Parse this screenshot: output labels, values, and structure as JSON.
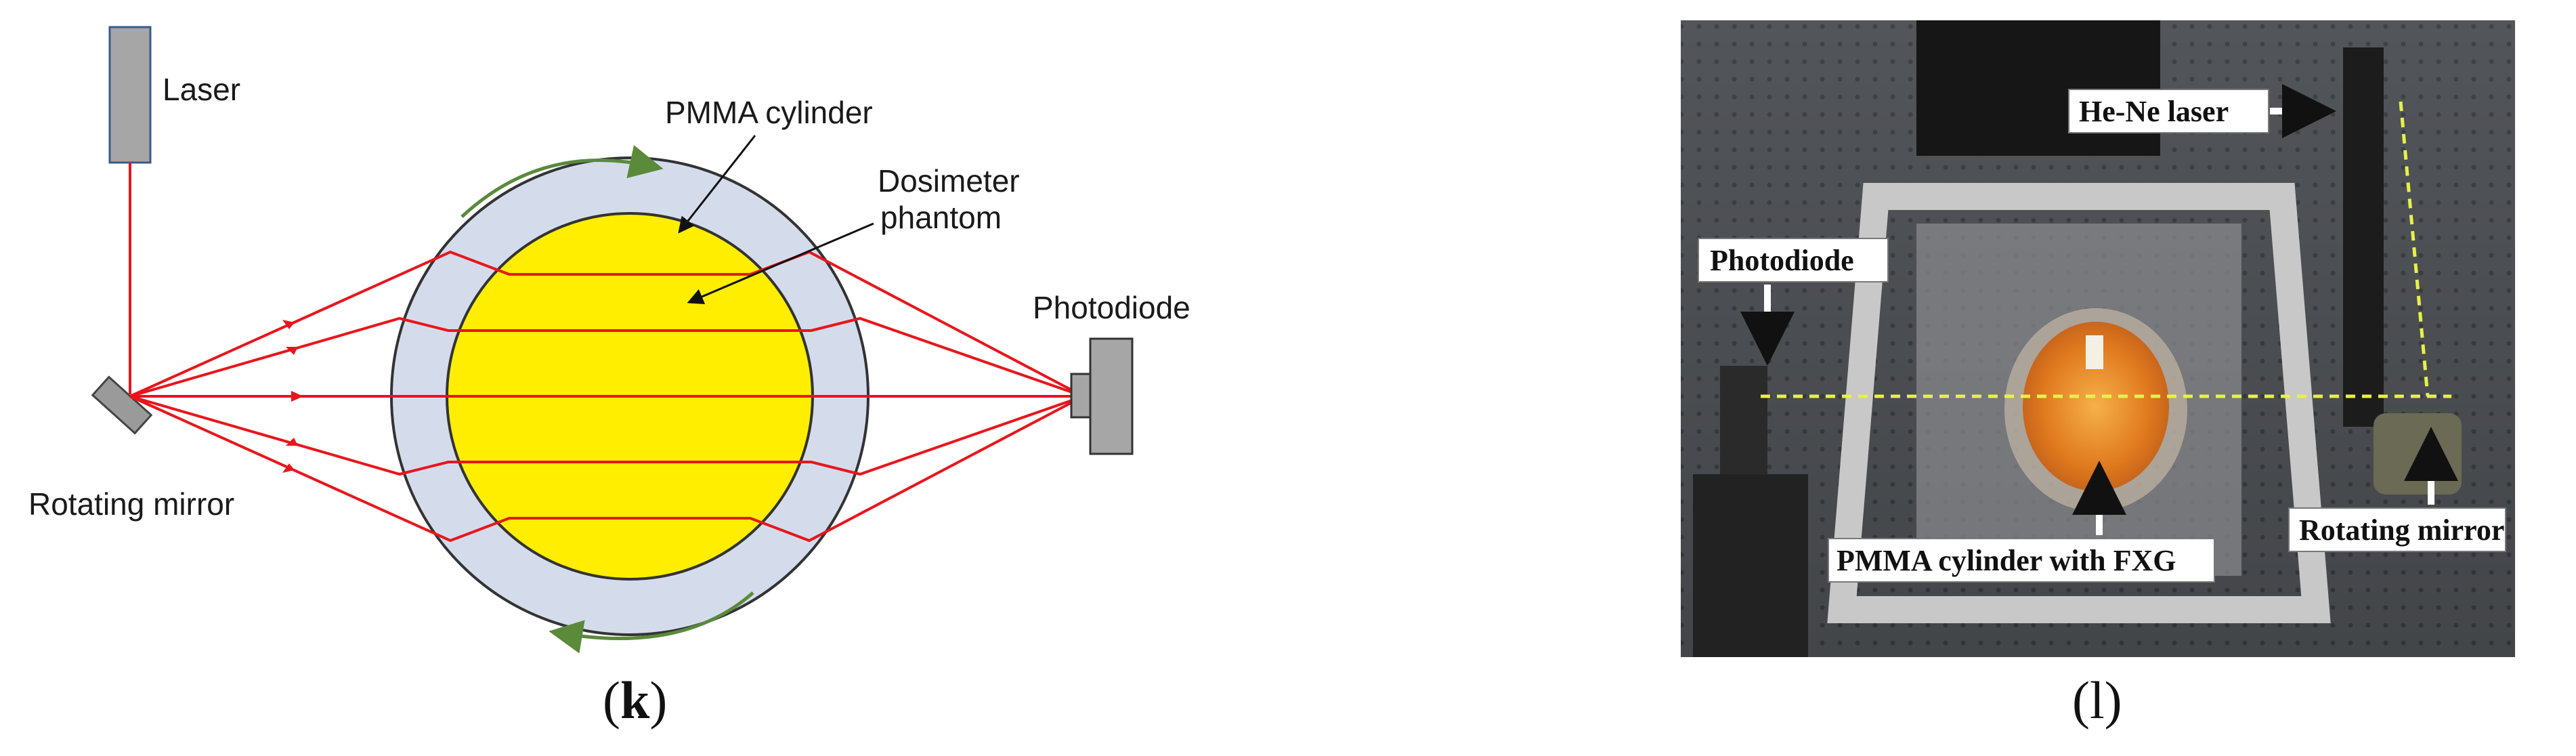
{
  "schematic": {
    "labels": {
      "laser": "Laser",
      "pmma_cylinder": "PMMA cylinder",
      "dosimeter_line1": "Dosimeter",
      "dosimeter_line2": "phantom",
      "photodiode": "Photodiode",
      "rotating_mirror": "Rotating mirror"
    },
    "caption_open": "(",
    "caption_letter": "k",
    "caption_close": ")",
    "colors": {
      "laser_body": "#a6a6a6",
      "laser_beam": "#e8161c",
      "outer_cylinder": "#d4dcec",
      "phantom": "#ffee00",
      "rotation_arrow": "#5a8a3a"
    }
  },
  "photo": {
    "labels": {
      "he_ne_laser": "He-Ne laser",
      "photodiode": "Photodiode",
      "pmma_with_fxg": "PMMA cylinder with FXG",
      "rotating_mirror": "Rotating mirror"
    },
    "caption": "(l)"
  }
}
